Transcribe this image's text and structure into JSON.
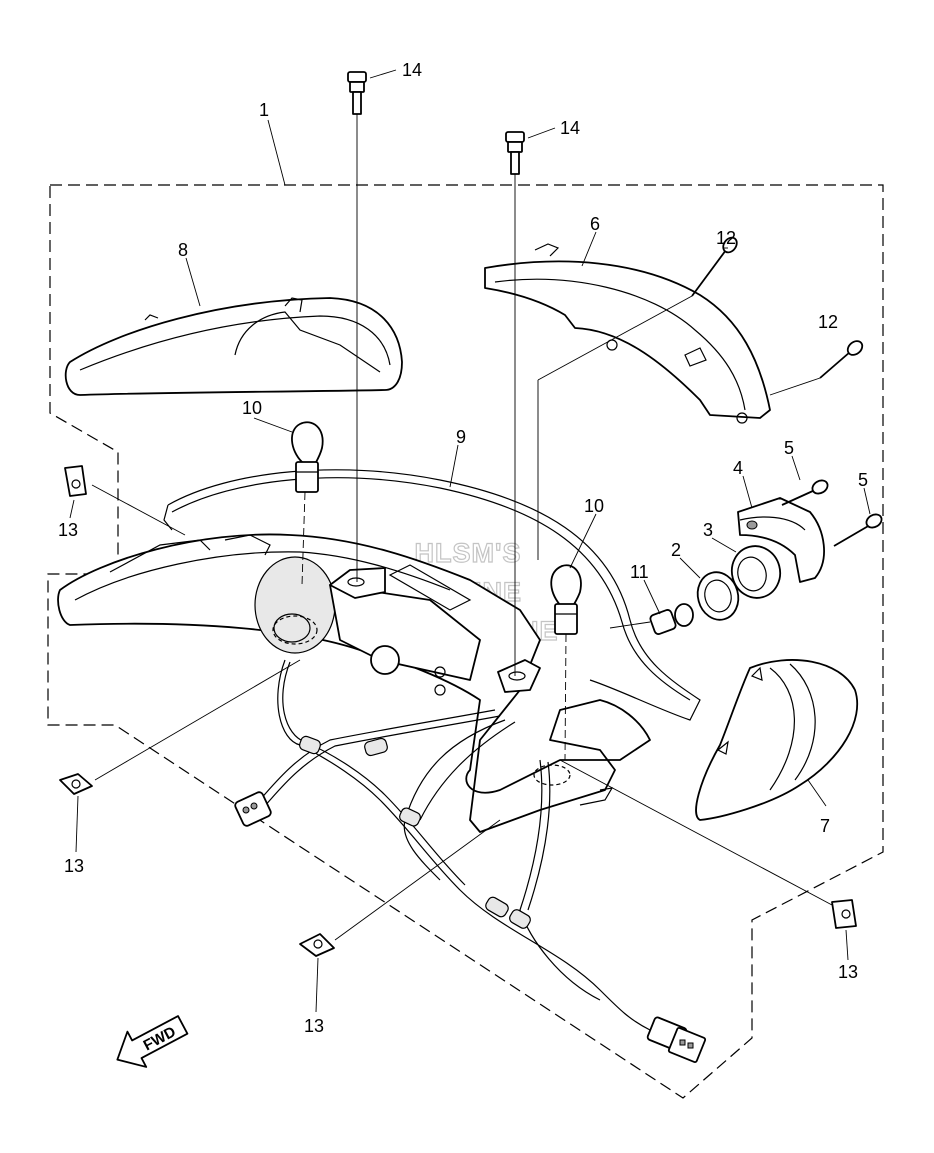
{
  "diagram": {
    "callouts": {
      "c1": "1",
      "c2": "2",
      "c3": "3",
      "c4": "4",
      "c5a": "5",
      "c5b": "5",
      "c6": "6",
      "c7": "7",
      "c8": "8",
      "c9": "9",
      "c10a": "10",
      "c10b": "10",
      "c11": "11",
      "c12a": "12",
      "c12b": "12",
      "c13a": "13",
      "c13b": "13",
      "c13c": "13",
      "c13d": "13",
      "c14a": "14",
      "c14b": "14"
    },
    "watermark": [
      "HLSM'S",
      "ONLINE",
      "MICROFICHE"
    ],
    "fwd_label": "FWD"
  }
}
